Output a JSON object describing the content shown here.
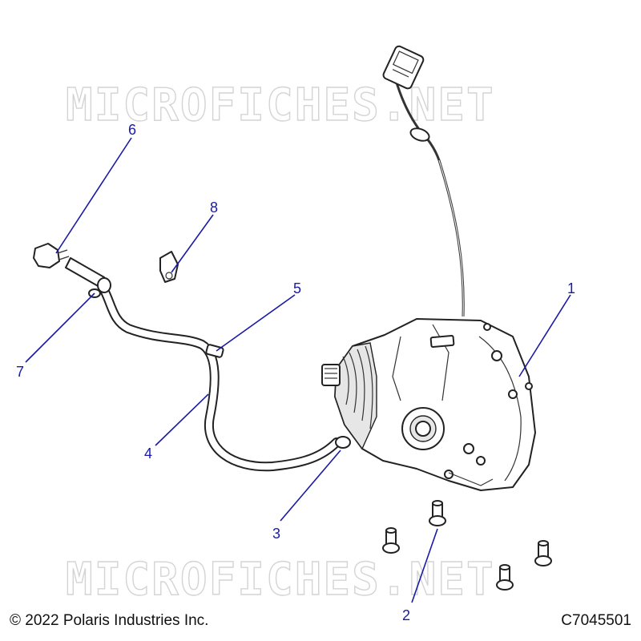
{
  "watermark": "MICROFICHES.NET",
  "copyright": "© 2022 Polaris Industries Inc.",
  "drawing_code": "C7045501",
  "callouts": [
    "1",
    "2",
    "3",
    "4",
    "5",
    "6",
    "7",
    "8"
  ],
  "colors": {
    "callout": "#1a1aa6",
    "line": "#222222",
    "watermark": "#d4d4d4"
  }
}
